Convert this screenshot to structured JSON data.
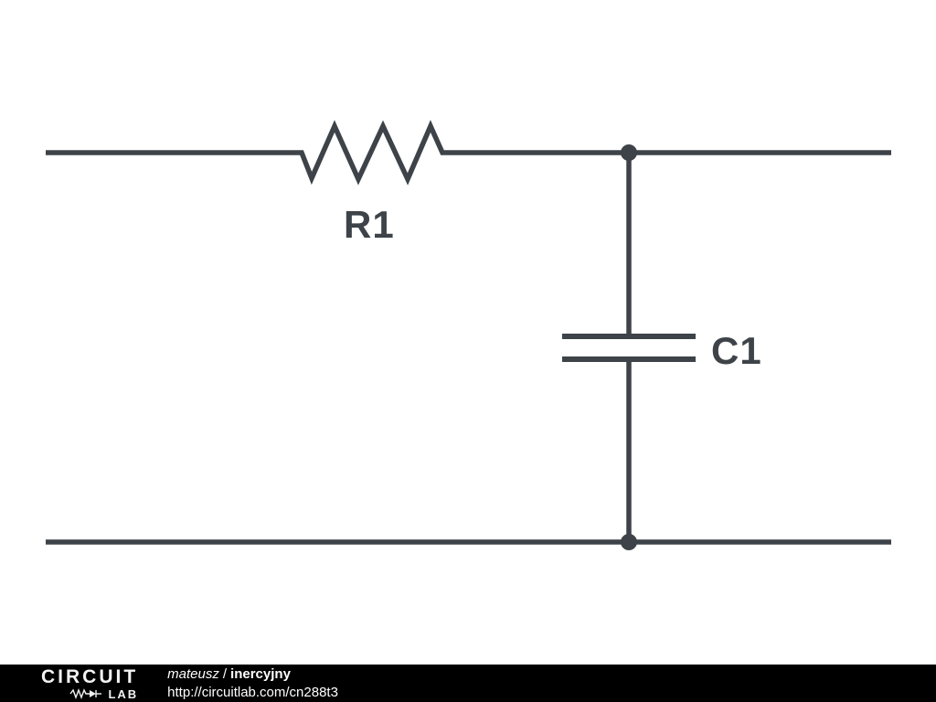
{
  "schematic": {
    "type": "circuit-diagram",
    "description": "RC low-pass filter: series resistor, shunt capacitor between two horizontal rails",
    "components": [
      {
        "designator": "R1",
        "kind": "resistor"
      },
      {
        "designator": "C1",
        "kind": "capacitor"
      }
    ],
    "labels": {
      "resistor": "R1",
      "capacitor": "C1"
    },
    "colors": {
      "wire": "#3d4348",
      "background": "#ffffff"
    }
  },
  "footer": {
    "logo_top": "CIRCUIT",
    "logo_lab": "LAB",
    "author": "mateusz",
    "separator": "/",
    "circuit_title": "inercyjny",
    "url": "http://circuitlab.com/cn288t3",
    "colors": {
      "background": "#000000",
      "text": "#ffffff"
    }
  }
}
